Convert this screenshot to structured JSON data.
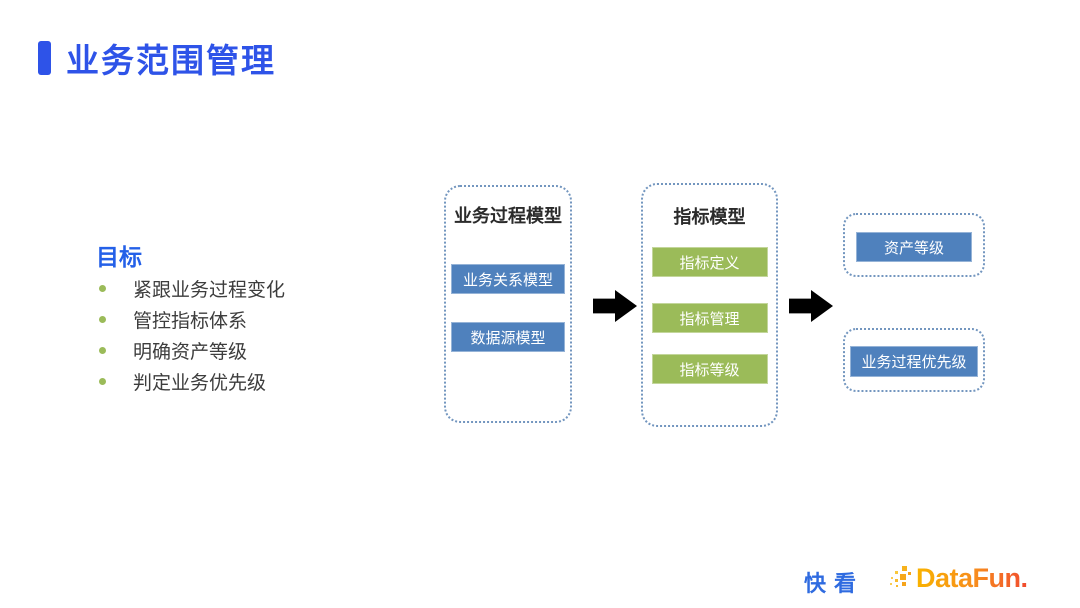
{
  "slide": {
    "title": "业务范围管理"
  },
  "goal": {
    "heading": "目标",
    "bullets": [
      "紧跟业务过程变化",
      "管控指标体系",
      "明确资产等级",
      "判定业务优先级"
    ]
  },
  "diagram": {
    "stages": [
      {
        "title": "业务过程模型",
        "boxes": [
          "业务关系模型",
          "数据源模型"
        ]
      },
      {
        "title": "指标模型",
        "boxes": [
          "指标定义",
          "指标管理",
          "指标等级"
        ]
      }
    ],
    "outputs": [
      "资产等级",
      "业务过程优先级"
    ],
    "colors": {
      "accent_blue": "#2E53E8",
      "box_blue": "#4F81BD",
      "box_green": "#9BBB59",
      "dashed_border": "#7396BF",
      "arrow": "#000000",
      "bullet_dot": "#9BBB59"
    }
  },
  "footer": {
    "kuaikan_logo": "快看",
    "datafun_logo": "DataFun."
  }
}
